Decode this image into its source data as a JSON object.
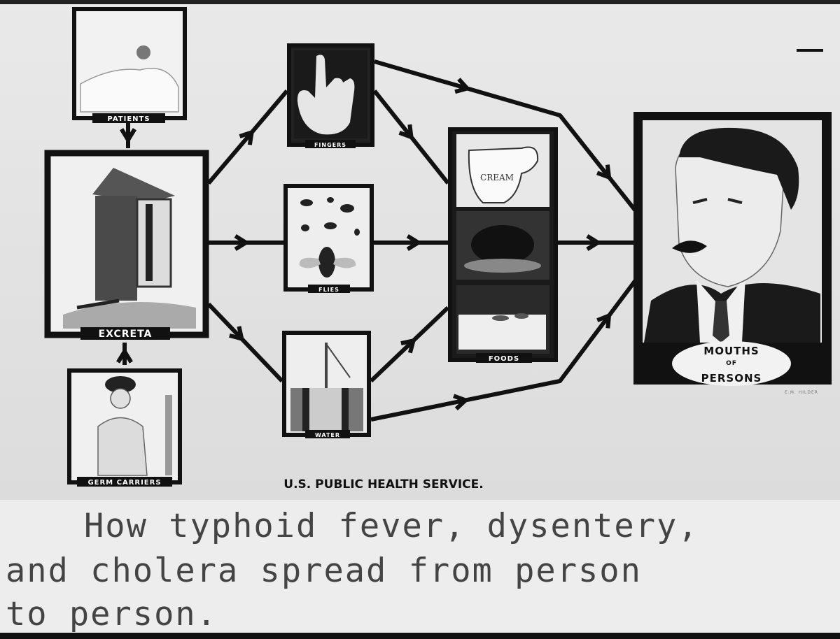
{
  "nodes": {
    "patients": "PATIENTS",
    "excreta": "EXCRETA",
    "germ_carriers": "GERM CARRIERS",
    "fingers": "FINGERS",
    "flies": "FLIES",
    "water": "WATER",
    "foods": "FOODS",
    "foods_pitcher_text": "CREAM",
    "mouths": {
      "line1": "MOUTHS",
      "line2": "OF",
      "line3": "PERSONS"
    }
  },
  "signature": "E.M. HILDER",
  "credit": "U.S. PUBLIC HEALTH SERVICE.",
  "caption": {
    "line1": "How typhoid fever, dysentery,",
    "line2": "and cholera spread from person",
    "line3": "to person."
  },
  "colors": {
    "ink": "#111111",
    "paper": "#e8e8e8",
    "caption_text": "#444444"
  }
}
